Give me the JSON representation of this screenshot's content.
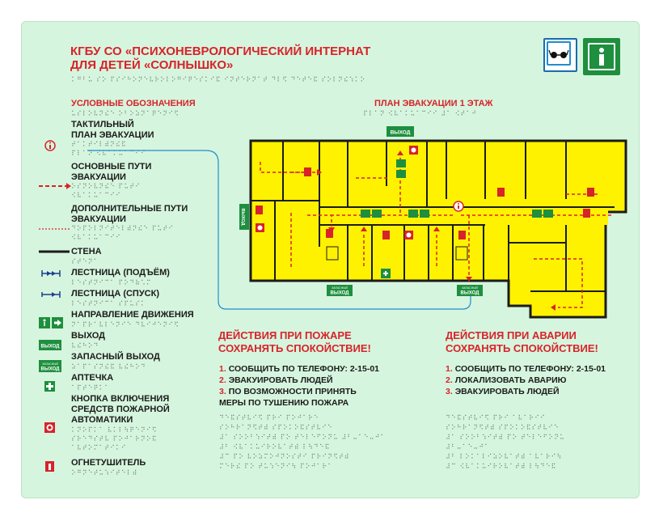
{
  "header": {
    "title_line1": "КГБУ СО «ПСИХОНЕВРОЛОГИЧЕСКИЙ ИНТЕРНАТ",
    "title_line2": "ДЛЯ ДЕТЕЙ «СОЛНЫШКО»",
    "braille": "⠅⠛⠃⠥ ⠎⠕ ⠏⠎⠊⠓⠕⠝⠑⠧⠗⠕⠇⠕⠛⠊⠟⠑⠎⠅⠊⠯ ⠊⠝⠞⠑⠗⠝⠁⠞ ⠙⠇⠫ ⠙⠑⠞⠑⠯ ⠎⠕⠇⠝⠮⠱⠅⠕"
  },
  "legend": {
    "heading": "УСЛОВНЫЕ ОБОЗНАЧЕНИЯ",
    "heading_braille": "⠥⠎⠇⠕⠧⠝⠮⠑ ⠕⠃⠕⠵⠝⠁⠟⠑⠝⠊⠫",
    "items": [
      {
        "label": "ТАКТИЛЬНЫЙ ПЛАН ЭВАКУАЦИИ",
        "line1": "ТАКТИЛЬНЫЙ",
        "line2": "ПЛАН ЭВАКУАЦИИ",
        "braille1": "⠞⠁⠅⠞⠊⠇⠾⠝⠮⠯",
        "braille2": "⠏⠇⠁⠝ ⠪⠧⠁⠅⠥⠁⠉⠊⠊"
      },
      {
        "line1": "ОСНОВНЫЕ ПУТИ",
        "line2": "ЭВАКУАЦИИ",
        "braille1": "⠕⠎⠝⠕⠧⠝⠮⠑ ⠏⠥⠞⠊",
        "braille2": "⠪⠧⠁⠅⠥⠁⠉⠊⠊"
      },
      {
        "line1": "ДОПОЛНИТЕЛЬНЫЕ ПУТИ",
        "line2": "ЭВАКУАЦИИ",
        "braille1": "⠙⠕⠏⠕⠇⠝⠊⠞⠑⠇⠾⠝⠮⠑ ⠏⠥⠞⠊",
        "braille2": "⠪⠧⠁⠅⠥⠁⠉⠊⠊"
      },
      {
        "line1": "СТЕНА",
        "braille1": "⠎⠞⠑⠝⠁"
      },
      {
        "line1": "ЛЕСТНИЦА (ПОДЪЁМ)",
        "braille1": "⠇⠑⠎⠞⠝⠊⠉⠁ ⠏⠕⠙⠷⠡⠍"
      },
      {
        "line1": "ЛЕСТНИЦА (СПУСК)",
        "braille1": "⠇⠑⠎⠞⠝⠊⠉⠁ ⠎⠏⠥⠎⠅"
      },
      {
        "line1": "НАПРАВЛЕНИЕ ДВИЖЕНИЯ",
        "braille1": "⠝⠁⠏⠗⠁⠧⠇⠑⠝⠊⠑ ⠙⠧⠊⠚⠑⠝⠊⠫"
      },
      {
        "line1": "ВЫХОД",
        "braille1": "⠧⠮⠓⠕⠙"
      },
      {
        "line1": "ЗАПАСНЫЙ ВЫХОД",
        "braille1": "⠵⠁⠏⠁⠎⠝⠮⠯ ⠧⠮⠓⠕⠙"
      },
      {
        "line1": "АПТЕЧКА",
        "braille1": "⠁⠏⠞⠑⠟⠅⠁"
      },
      {
        "line1": "КНОПКА ВКЛЮЧЕНИЯ",
        "line2": "СРЕДСТВ ПОЖАРНОЙ",
        "line3": "АВТОМАТИКИ",
        "braille1": "⠅⠝⠕⠏⠅⠁ ⠧⠅⠇⠳⠟⠑⠝⠊⠫",
        "braille2": "⠎⠗⠑⠙⠎⠞⠧ ⠏⠕⠚⠁⠗⠝⠕⠯",
        "braille3": "⠁⠧⠞⠕⠍⠁⠞⠊⠅⠊"
      },
      {
        "line1": "ОГНЕТУШИТЕЛЬ",
        "braille1": "⠕⠛⠝⠑⠞⠥⠱⠊⠞⠑⠇⠾"
      }
    ]
  },
  "plan": {
    "title": "ПЛАН ЭВАКУАЦИИ 1 ЭТАЖ",
    "braille": "⠏⠇⠁⠝ ⠪⠧⠁⠅⠥⠁⠉⠊⠊ ⠼⠁ ⠪⠞⠁⠚",
    "exit_label": "ВЫХОД",
    "spare_exit_small": "ЗАПАСНЫЙ",
    "spare_exit_label": "ВЫХОД"
  },
  "fire": {
    "title1": "ДЕЙСТВИЯ ПРИ ПОЖАРЕ",
    "title2": "СОХРАНЯТЬ СПОКОЙСТВИЕ!",
    "n1": "1.",
    "t1": "СООБЩИТЬ ПО ТЕЛЕФОНУ: 2-15-01",
    "n2": "2.",
    "t2": "ЭВАКУИРОВАТЬ ЛЮДЕЙ",
    "n3": "3.",
    "t3": "ПО ВОЗМОЖНОСТИ ПРИНЯТЬ",
    "t3b": "МЕРЫ ПО ТУШЕНИЮ ПОЖАРА",
    "braille": [
      "⠙⠑⠯⠎⠞⠧⠊⠫ ⠏⠗⠊ ⠏⠕⠚⠁⠗⠑",
      "⠎⠕⠓⠗⠁⠝⠫⠞⠾ ⠎⠏⠕⠅⠕⠯⠎⠞⠧⠊⠑",
      "⠼⠁ ⠎⠕⠕⠃⠱⠊⠞⠾ ⠏⠕ ⠞⠑⠇⠑⠋⠕⠝⠥ ⠼⠃⠤⠁⠑⠤⠚⠁",
      "⠼⠃ ⠪⠧⠁⠅⠥⠊⠗⠕⠧⠁⠞⠾ ⠇⠳⠙⠑⠯",
      "⠼⠉ ⠏⠕ ⠧⠕⠵⠍⠕⠚⠝⠕⠎⠞⠊ ⠏⠗⠊⠝⠫⠞⠾",
      "⠍⠑⠗⠮ ⠏⠕ ⠞⠥⠱⠑⠝⠊⠳ ⠏⠕⠚⠁⠗⠁"
    ]
  },
  "accident": {
    "title1": "ДЕЙСТВИЯ ПРИ АВАРИИ",
    "title2": "СОХРАНЯТЬ СПОКОЙСТВИЕ!",
    "n1": "1.",
    "t1": "СООБЩИТЬ ПО ТЕЛЕФОНУ: 2-15-01",
    "n2": "2.",
    "t2": "ЛОКАЛИЗОВАТЬ АВАРИЮ",
    "n3": "3.",
    "t3": "ЭВАКУИРОВАТЬ ЛЮДЕЙ",
    "braille": [
      "⠙⠑⠯⠎⠞⠧⠊⠫ ⠏⠗⠊ ⠁⠧⠁⠗⠊⠊",
      "⠎⠕⠓⠗⠁⠝⠫⠞⠾ ⠎⠏⠕⠅⠕⠯⠎⠞⠧⠊⠑",
      "⠼⠁ ⠎⠕⠕⠃⠱⠊⠞⠾ ⠏⠕ ⠞⠑⠇⠑⠋⠕⠝⠥",
      "⠼⠃⠤⠁⠑⠤⠚⠁",
      "⠼⠃ ⠇⠕⠅⠁⠇⠊⠵⠕⠧⠁⠞⠾ ⠁⠧⠁⠗⠊⠳",
      "⠼⠉ ⠪⠧⠁⠅⠥⠊⠗⠕⠧⠁⠞⠾ ⠇⠳⠙⠑⠯"
    ]
  },
  "colors": {
    "panel": "#d6f5de",
    "plan": "#fff200",
    "red": "#d8232a",
    "green": "#1e8f3e",
    "wall": "#1b1b1b"
  }
}
